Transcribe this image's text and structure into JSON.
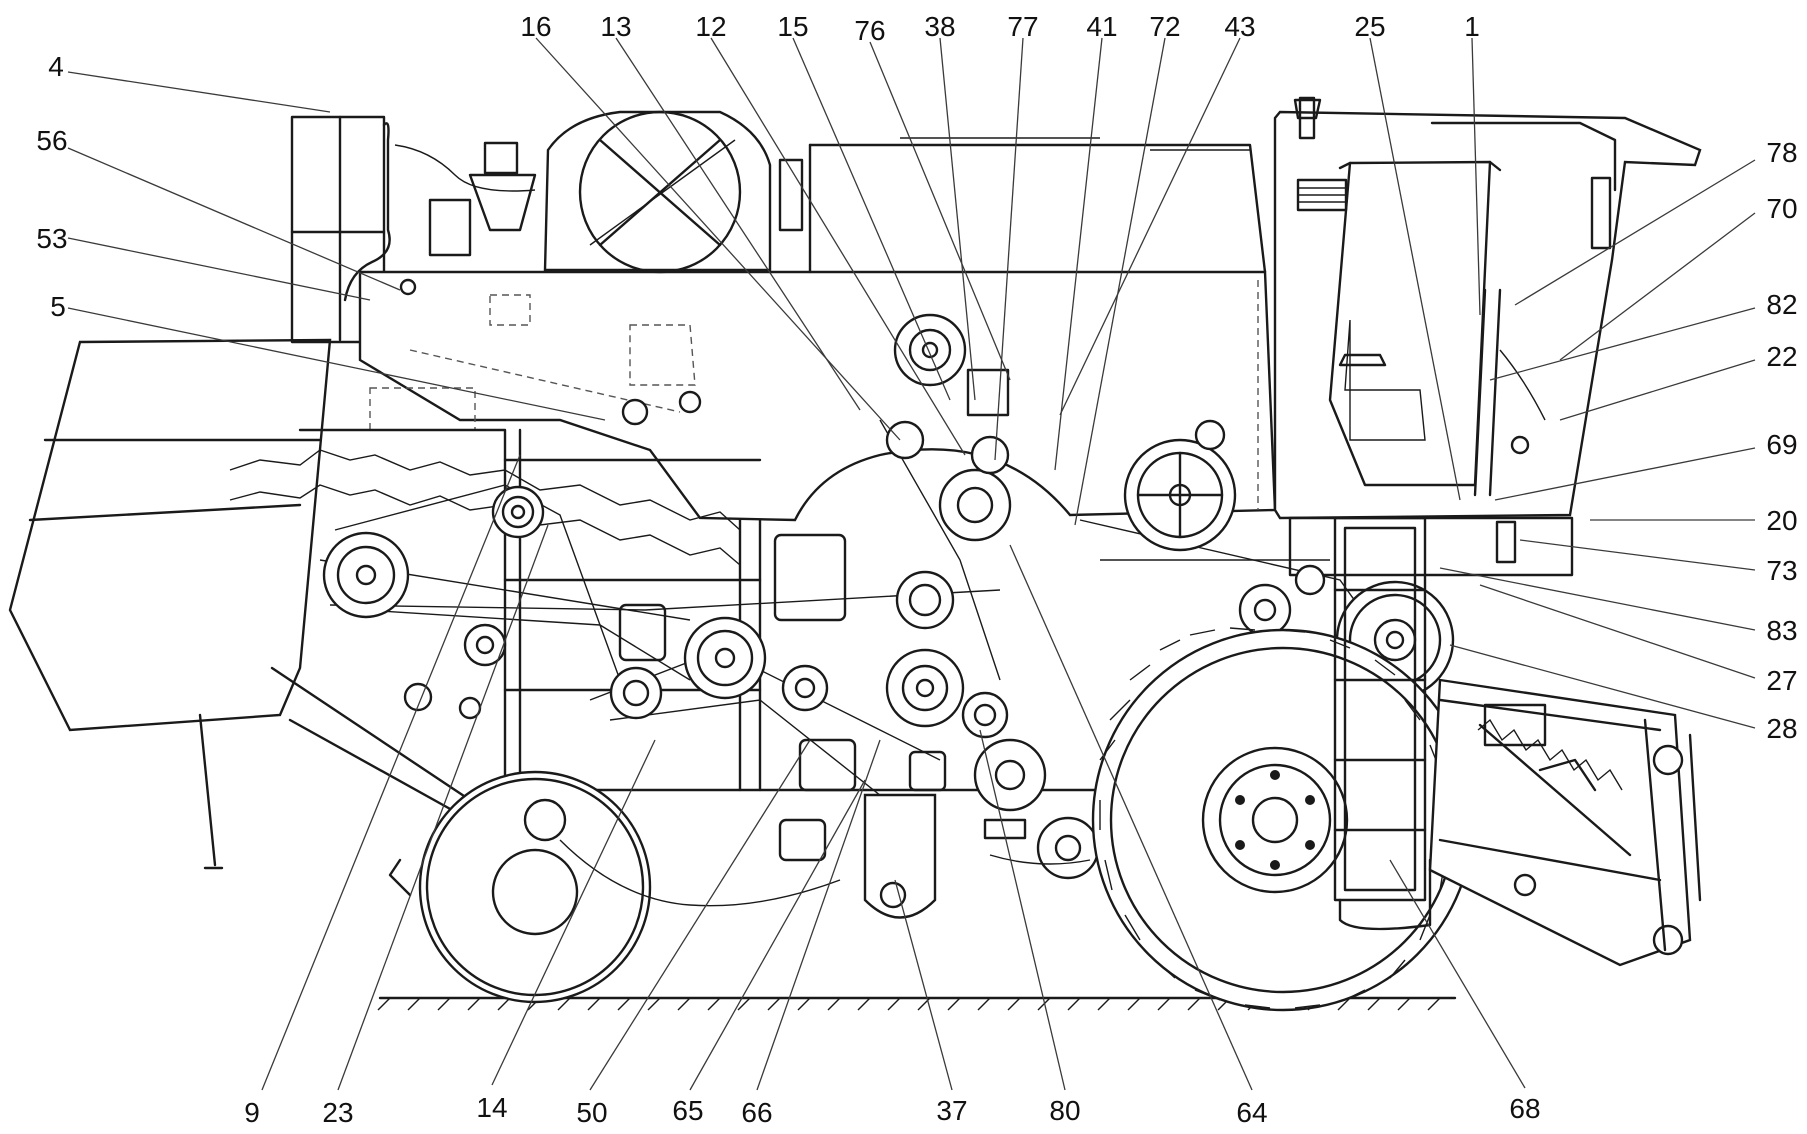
{
  "labels": {
    "top": [
      "16",
      "13",
      "12",
      "15",
      "76",
      "38",
      "77",
      "41",
      "72",
      "43",
      "25",
      "1"
    ],
    "left": [
      "4",
      "56",
      "53",
      "5"
    ],
    "right": [
      "78",
      "70",
      "82",
      "22",
      "69",
      "20",
      "73",
      "83",
      "27",
      "28"
    ],
    "bottom": [
      "9",
      "23",
      "14",
      "50",
      "65",
      "66",
      "37",
      "80",
      "64",
      "68"
    ]
  },
  "colors": {
    "line": "#1a1a1a",
    "background": "#ffffff"
  }
}
